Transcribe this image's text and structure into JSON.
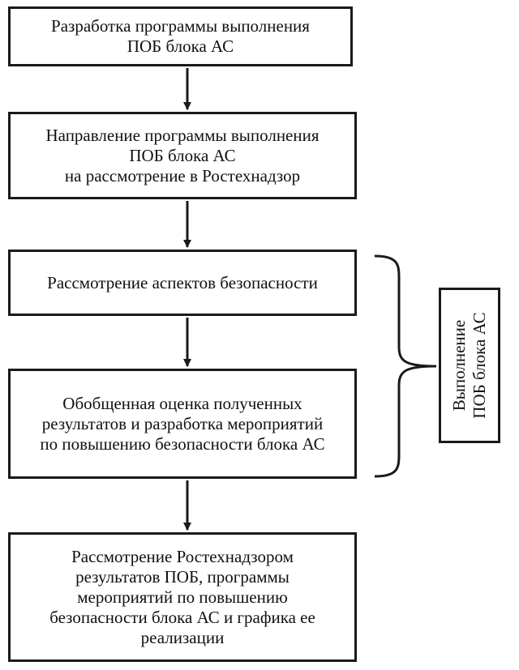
{
  "steps": [
    {
      "text": "Разработка программы выполнения\nПОБ блока АС"
    },
    {
      "text": "Направление программы выполнения\nПОБ блока АС\nна рассмотрение в Ростехнадзор"
    },
    {
      "text": "Рассмотрение аспектов безопасности"
    },
    {
      "text": "Обобщенная оценка полученных\nрезультатов и разработка мероприятий\nпо повышению безопасности блока АС"
    },
    {
      "text": "Рассмотрение Ростехнадзором\nрезультатов ПОБ, программы\nмероприятий по повышению\nбезопасности блока АС и графика ее\nреализации"
    }
  ],
  "group_label": {
    "text": "Выполнение\nПОБ блока АС"
  },
  "colors": {
    "line": "#1a1a1a",
    "background": "#ffffff"
  }
}
